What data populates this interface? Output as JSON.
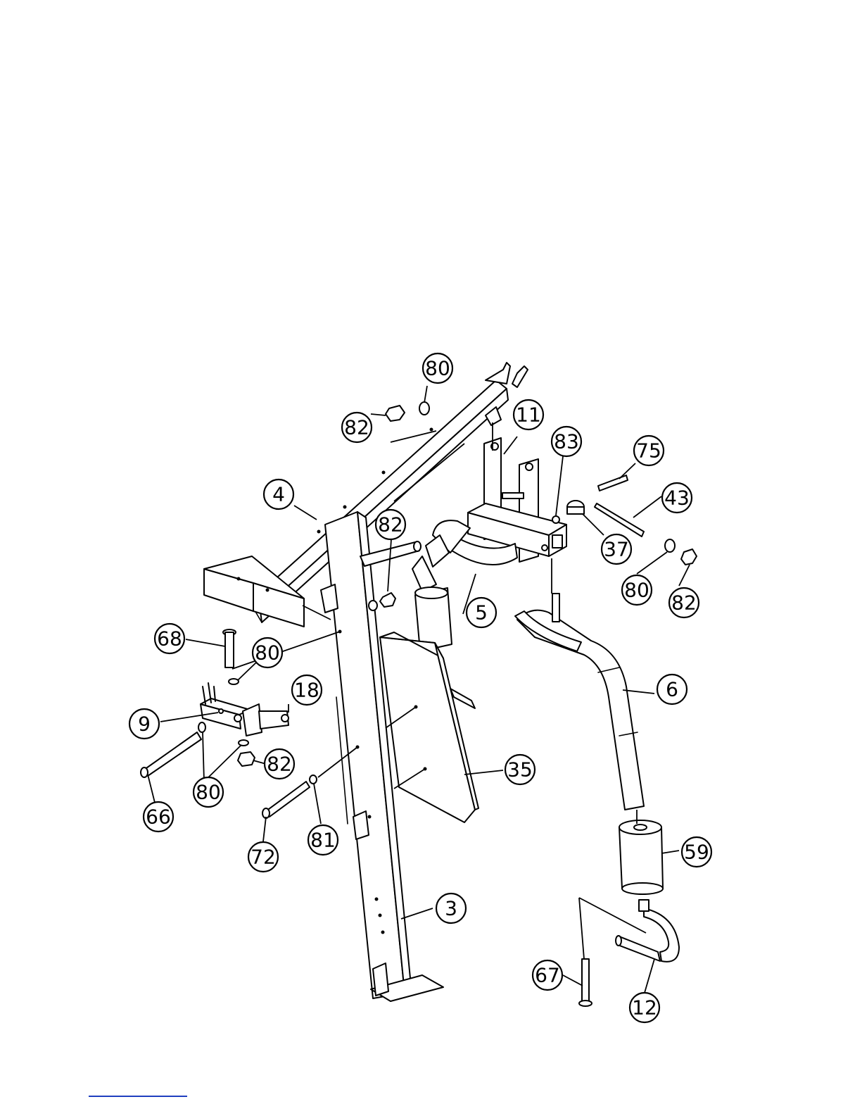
{
  "callouts": [
    {
      "id": "c4",
      "number": "4"
    },
    {
      "id": "c80a",
      "number": "80"
    },
    {
      "id": "c82a",
      "number": "82"
    },
    {
      "id": "c11",
      "number": "11"
    },
    {
      "id": "c83",
      "number": "83"
    },
    {
      "id": "c75",
      "number": "75"
    },
    {
      "id": "c43",
      "number": "43"
    },
    {
      "id": "c37",
      "number": "37"
    },
    {
      "id": "c80b",
      "number": "80"
    },
    {
      "id": "c82b",
      "number": "82"
    },
    {
      "id": "c82c",
      "number": "82"
    },
    {
      "id": "c5",
      "number": "5"
    },
    {
      "id": "c68",
      "number": "68"
    },
    {
      "id": "c80c",
      "number": "80"
    },
    {
      "id": "c18",
      "number": "18"
    },
    {
      "id": "c9",
      "number": "9"
    },
    {
      "id": "c6",
      "number": "6"
    },
    {
      "id": "c82d",
      "number": "82"
    },
    {
      "id": "c35",
      "number": "35"
    },
    {
      "id": "c80d",
      "number": "80"
    },
    {
      "id": "c66",
      "number": "66"
    },
    {
      "id": "c72",
      "number": "72"
    },
    {
      "id": "c81",
      "number": "81"
    },
    {
      "id": "c59",
      "number": "59"
    },
    {
      "id": "c3",
      "number": "3"
    },
    {
      "id": "c67",
      "number": "67"
    },
    {
      "id": "c12",
      "number": "12"
    }
  ]
}
